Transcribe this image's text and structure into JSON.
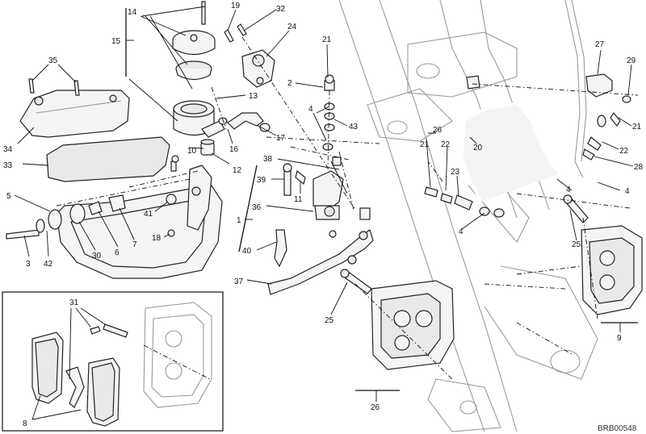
{
  "drawing_code": "BRB00548",
  "callouts": {
    "c1": "1",
    "c2": "2",
    "c3": "3",
    "c4": "4",
    "c5": "5",
    "c6": "6",
    "c7": "7",
    "c8": "8",
    "c9": "9",
    "c10": "10",
    "c11": "11",
    "c12": "12",
    "c13": "13",
    "c14": "14",
    "c15": "15",
    "c16": "16",
    "c17": "17",
    "c18": "18",
    "c19": "19",
    "c20": "20",
    "c21": "21",
    "c22": "22",
    "c23": "23",
    "c24": "24",
    "c25": "25",
    "c26": "26",
    "c27": "27",
    "c28": "28",
    "c29": "29",
    "c30": "30",
    "c31": "31",
    "c32": "32",
    "c33": "33",
    "c34": "34",
    "c35": "35",
    "c36": "36",
    "c37": "37",
    "c38": "38",
    "c39": "39",
    "c40": "40",
    "c41": "41",
    "c42": "42",
    "c43": "43"
  }
}
